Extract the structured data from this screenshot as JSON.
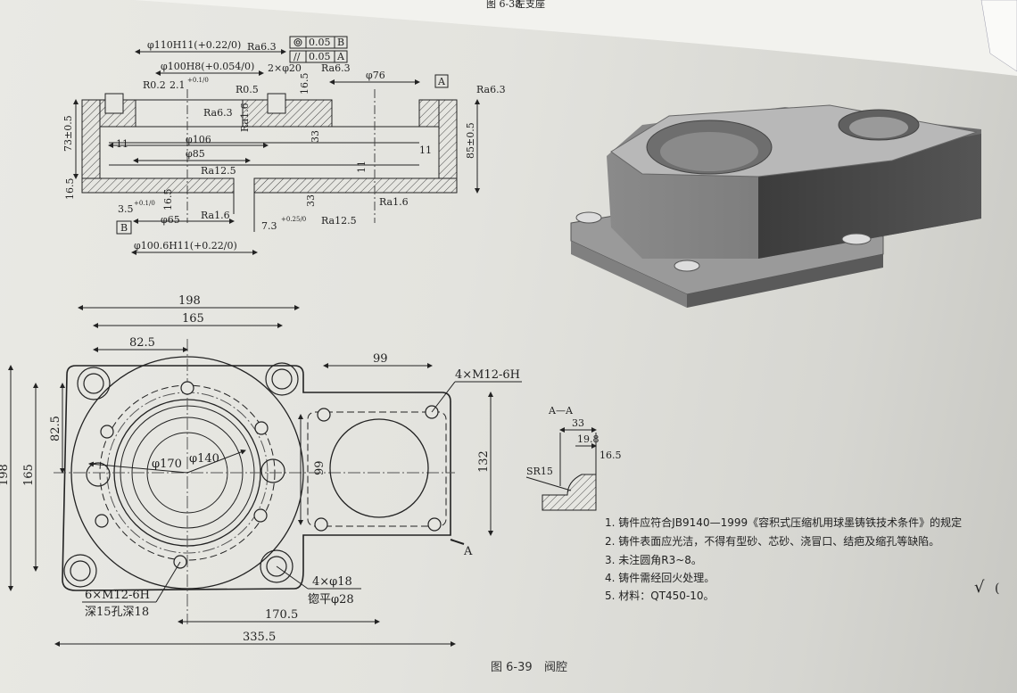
{
  "header": {
    "fig_ref": "图 6-38",
    "part_name": "左支座"
  },
  "caption": {
    "number": "图 6-39",
    "title": "阀腔"
  },
  "section_view": {
    "dims": {
      "d110": "φ110H11(+0.22/0)",
      "d100": "φ100H8(+0.054/0)",
      "r02": "R0.2",
      "h21": "2.1",
      "h21_tol": "+0.1/0",
      "r05": "R0.5",
      "holes2": "2×φ20",
      "d76": "φ76",
      "h73": "73±0.5",
      "h85": "85±0.5",
      "d106": "φ106",
      "d85": "φ85",
      "w11a": "11",
      "w11b": "11",
      "w11c": "11",
      "h165a": "16.5",
      "h165b": "16.5",
      "h165c": "16.5",
      "h33a": "33",
      "h33b": "33",
      "h35": "3.5",
      "h35_tol": "+0.1/0",
      "d65": "φ65",
      "h73b": "7.3",
      "h73b_tol": "+0.25/0",
      "d100b": "φ100.6H11(+0.22/0)"
    },
    "roughness": {
      "ra63a": "Ra6.3",
      "ra63b": "Ra6.3",
      "ra63c": "Ra6.3",
      "ra63d": "Ra6.3",
      "ra16a": "Ra1.6",
      "ra16b": "Ra1.6",
      "ra16c": "Ra1.6",
      "ra125a": "Ra12.5",
      "ra125b": "Ra12.5"
    },
    "gdt": {
      "coaxial_tol": "0.05",
      "coaxial_ref": "B",
      "parallel_tol": "0.05",
      "parallel_ref": "A"
    },
    "datums": {
      "a": "A",
      "b": "B"
    }
  },
  "plan_view": {
    "dims": {
      "w198": "198",
      "w165": "165",
      "w825": "82.5",
      "w99": "99",
      "m12_4": "4×M12-6H",
      "h198": "198",
      "h165": "165",
      "h825": "82.5",
      "h99": "99",
      "h132": "132",
      "d170": "φ170",
      "d140": "φ140",
      "m12_6": "6×M12-6H",
      "m12_6_depth": "深15孔深18",
      "holes4": "4×φ18",
      "spotface": "锪平φ28",
      "w1705": "170.5",
      "w3355": "335.5",
      "section_mark": "A"
    }
  },
  "detail_aa": {
    "title": "A—A",
    "d33": "33",
    "d198": "19.8",
    "d165": "16.5",
    "sr15": "SR15"
  },
  "notes": [
    "1. 铸件应符合JB9140—1999《容积式压缩机用球墨铸铁技术条件》的规定",
    "2. 铸件表面应光洁，不得有型砂、芯砂、浇冒口、结疤及缩孔等缺陷。",
    "3. 未注圆角R3~8。",
    "4. 铸件需经回火处理。",
    "5. 材料：QT450-10。"
  ],
  "corner_mark": {
    "symbol": "√",
    "paren": "("
  }
}
